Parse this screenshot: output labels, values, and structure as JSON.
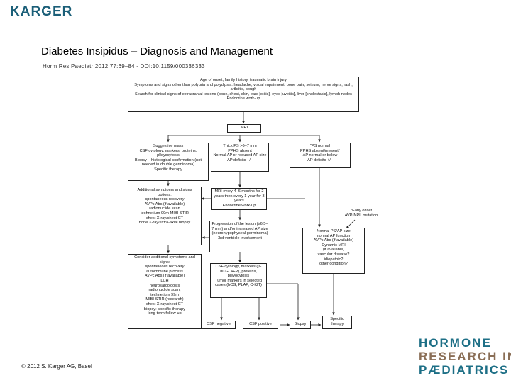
{
  "header": {
    "publisher_logo": "KARGER",
    "title": "Diabetes Insipidus – Diagnosis and Management",
    "citation": "Horm Res Paediatr 2012;77:69–84 - DOI:10.1159/000336333"
  },
  "footer": {
    "copyright": "© 2012 S. Karger AG, Basel",
    "journal_logo_lines": [
      "HORMONE",
      "RESEARCH IN",
      "PÆDIATRICS"
    ]
  },
  "flowchart": {
    "top_box": "Age of onset, family history, traumatic brain injury\nSymptoms and signs other than polyuria and polydipsia: headache, visual impairment, bone pain, seizure, nerve signs, rash, arthritis, cough\nSearch for clinical signs of extracranial lesions (bone, chest, skin, ears [otitis], eyes [uveitis], liver [cholestasis], lymph nodes\nEndocrine work-up",
    "mri_box": "MRI",
    "suggestive_mass_box": "Suggestive mass\nCSF cytology, markers, proteins, plleyocytosis\nBiopsy – histological confirmation (not needed in double germinoma)\nSpecific therapy",
    "thick_ps_box": "Thick PS >6–7 mm\nPPHS absent\nNormal AP or reduced AP size\nAP deficits +/–",
    "ps_normal_box": "*PS normal\nPPHS absent/present*\nAP normal or below\nAP deficits +/–",
    "additional_symptoms_box": "Additional symptoms and signs\noptions:\nspontaneous recovery\nAVPc Abs (if available)\nradionuclide scan\ntechnetium 99m-MIBI-STIR\nchest X-ray/chest CT\nbone X-ray/extra-axial biopsy",
    "mri_followup_box": "MRI every 4–6 months for 2 years then every 1 year for 3 years\nEndocrine work-up",
    "early_onset_note": "*Early onset\nAVP-NPII mutation",
    "progression_box": "Progression of the lesion (≥6.5–7 mm) and/or increased AP size (neurohypophyseal germinoma)\n3rd ventricle involvement",
    "normal_ps_box": "Normal PS/AP size\nnormal AP function\nAVPc Abs (if available)\nDynamic MRI\n(if available)\nvascular disease?\nidiopathic?\nother condition?",
    "consider_box": "Consider additional symptoms and signs:\nspontaneous recovery\nautoimmune process\nAVPc Abs (if available)\nLCH\nneurosarcoidosis\nradionuclide scan,\ntechnetium 99m\nMIBI-STIR (research)\nchest X-ray/chest CT\nbiopsy: specific therapy\nlong-term follow-up",
    "csf_markers_box": "CSF cytology, markers (β-hCG, AFP), proteins, pleyocytosis\nTumor markers in selected cases (hCG, PLAP, C-KIT)",
    "csf_negative_box": "CSF negative",
    "csf_positive_box": "CSF positive",
    "biopsy_box": "Biopsy",
    "specific_therapy_box": "Specific therapy"
  },
  "colors": {
    "logo_primary": "#1b5f78",
    "logo_accent": "#5aa0b8",
    "journal_teal": "#1d6f86",
    "journal_brown": "#8a6e56"
  }
}
